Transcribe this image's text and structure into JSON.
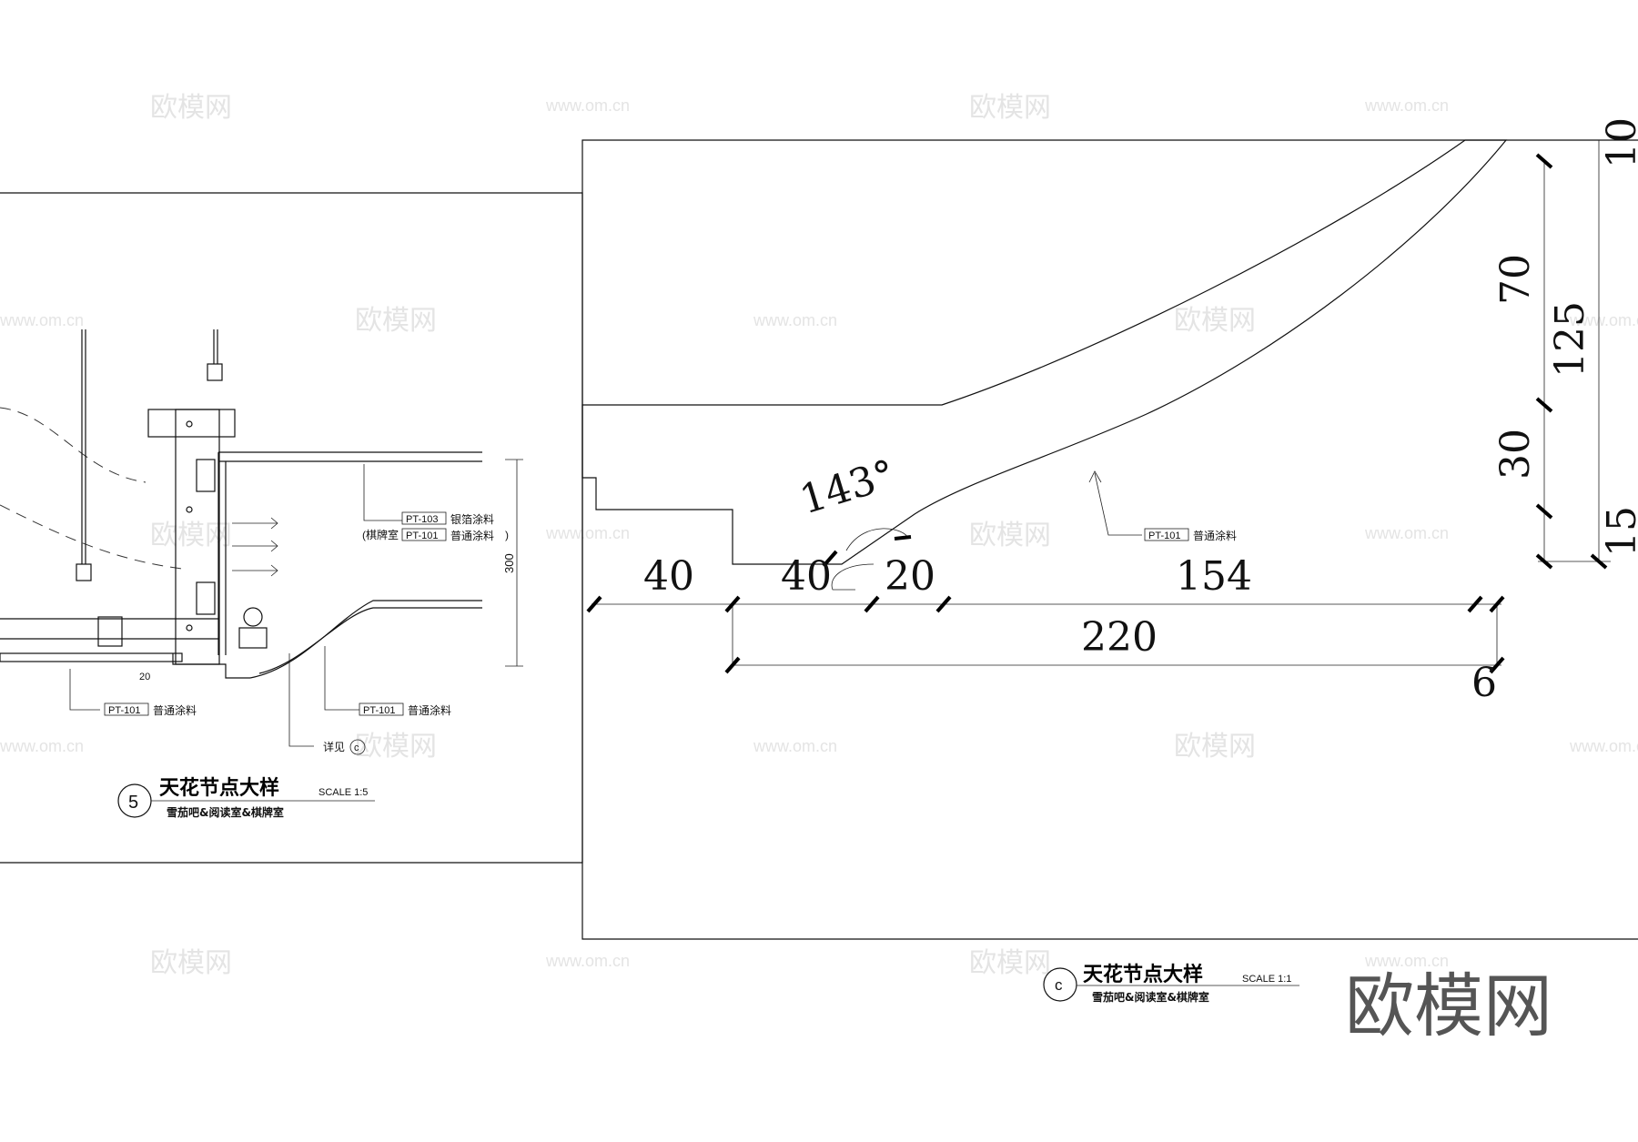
{
  "watermarks": {
    "text": "欧模网",
    "url": "www.om.cn",
    "logo": "欧模网"
  },
  "detail5": {
    "title": "天花节点大样",
    "scale": "SCALE 1:5",
    "number": "5",
    "subtitle": "雪茄吧&阅读室&棋牌室",
    "dim_height": "300",
    "dim_small": "20",
    "callouts": [
      {
        "code": "PT-103",
        "text": "银箔涂料"
      },
      {
        "prefix": "(棋牌室",
        "code": "PT-101",
        "text": "普通涂料",
        "suffix": ")"
      },
      {
        "code": "PT-101",
        "text": "普通涂料"
      },
      {
        "code": "PT-101",
        "text": "普通涂料"
      }
    ],
    "see_detail": "详见",
    "see_detail_ref": "c"
  },
  "detailC": {
    "title": "天花节点大样",
    "scale": "SCALE 1:1",
    "number": "c",
    "subtitle": "雪茄吧&阅读室&棋牌室",
    "angle": "143°",
    "callout": {
      "code": "PT-101",
      "text": "普通涂料"
    },
    "dims_bottom": [
      "40",
      "40",
      "20",
      "154"
    ],
    "dim_total": "220",
    "dim_six": "6",
    "dims_right": [
      "70",
      "30",
      "125",
      "15",
      "10"
    ]
  }
}
